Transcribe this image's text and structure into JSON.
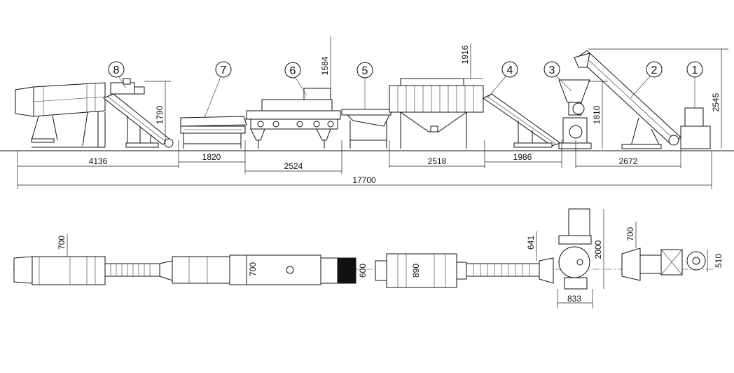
{
  "machines": [
    {
      "number": "1"
    },
    {
      "number": "2"
    },
    {
      "number": "3"
    },
    {
      "number": "4"
    },
    {
      "number": "5"
    },
    {
      "number": "6"
    },
    {
      "number": "7"
    },
    {
      "number": "8"
    }
  ],
  "elevation_dimensions": {
    "height_8": "1790",
    "height_6": "1584",
    "height_4": "1916",
    "height_2": "1810",
    "height_1": "2545",
    "length_8": "4136",
    "length_7": "1820",
    "length_6": "2524",
    "length_5": "2518",
    "length_4": "1986",
    "length_2": "2672",
    "total_length": "17700"
  },
  "plan_dimensions": {
    "width_8": "700",
    "width_6": "700",
    "width_5": "600",
    "width_4": "890",
    "width_3a": "641",
    "width_3b": "2000",
    "width_2": "700",
    "width_1": "510",
    "depth_3": "833"
  }
}
